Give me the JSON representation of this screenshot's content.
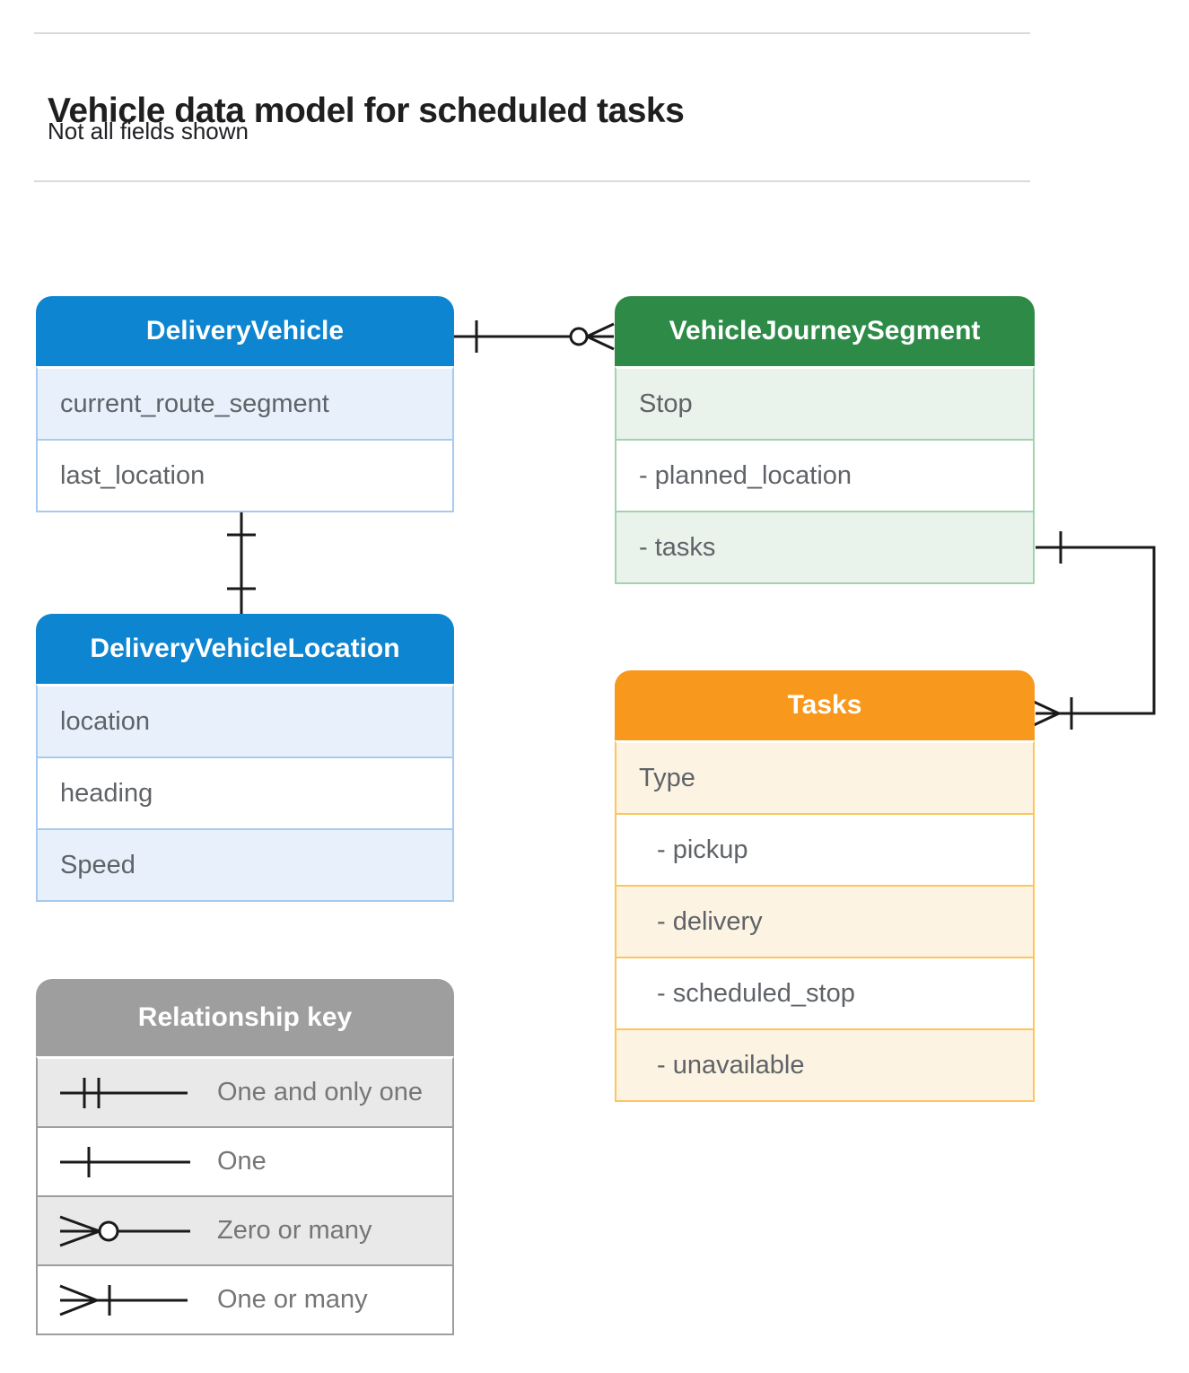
{
  "page": {
    "title": "Vehicle data model for scheduled tasks",
    "subtitle": "Not all fields shown"
  },
  "colors": {
    "blue_header": "#0d85d0",
    "blue_row": "#e8f1fb",
    "blue_border": "#a6cbee",
    "green_header": "#2e8b47",
    "green_row": "#e9f3ec",
    "green_border": "#a3d2ae",
    "orange_header": "#f8981d",
    "orange_row": "#fdf3e2",
    "orange_border": "#fcc55d",
    "gray_header": "#9e9e9e",
    "gray_row": "#e9e9e9",
    "row_text": "#5f6368",
    "legend_text": "#767676",
    "connector_line": "#1a1a1a"
  },
  "entities": [
    {
      "title": "DeliveryVehicle",
      "theme": "blue",
      "rows": [
        "current_route_segment",
        "last_location"
      ]
    },
    {
      "title": "VehicleJourneySegment",
      "theme": "green",
      "rows": [
        "Stop",
        "- planned_location",
        "- tasks"
      ]
    },
    {
      "title": "DeliveryVehicleLocation",
      "theme": "blue",
      "rows": [
        "location",
        "heading",
        "Speed"
      ]
    },
    {
      "title": "Tasks",
      "theme": "orange",
      "rows": [
        "Type",
        "- pickup",
        "- delivery",
        "- scheduled_stop",
        "- unavailable"
      ]
    }
  ],
  "legend": {
    "title": "Relationship key",
    "items": [
      {
        "symbol": "one-and-only-one",
        "label": "One and only one"
      },
      {
        "symbol": "one",
        "label": "One"
      },
      {
        "symbol": "zero-or-many",
        "label": "Zero or many"
      },
      {
        "symbol": "one-or-many",
        "label": "One or many"
      }
    ]
  },
  "connectors": [
    {
      "from": "DeliveryVehicle",
      "from_symbol": "one",
      "to": "VehicleJourneySegment",
      "to_symbol": "zero-or-many"
    },
    {
      "from": "DeliveryVehicle",
      "from_symbol": "one",
      "to": "DeliveryVehicleLocation",
      "to_symbol": "one"
    },
    {
      "from": "VehicleJourneySegment (tasks)",
      "from_symbol": "one",
      "to": "Tasks",
      "to_symbol": "one-or-many"
    }
  ]
}
